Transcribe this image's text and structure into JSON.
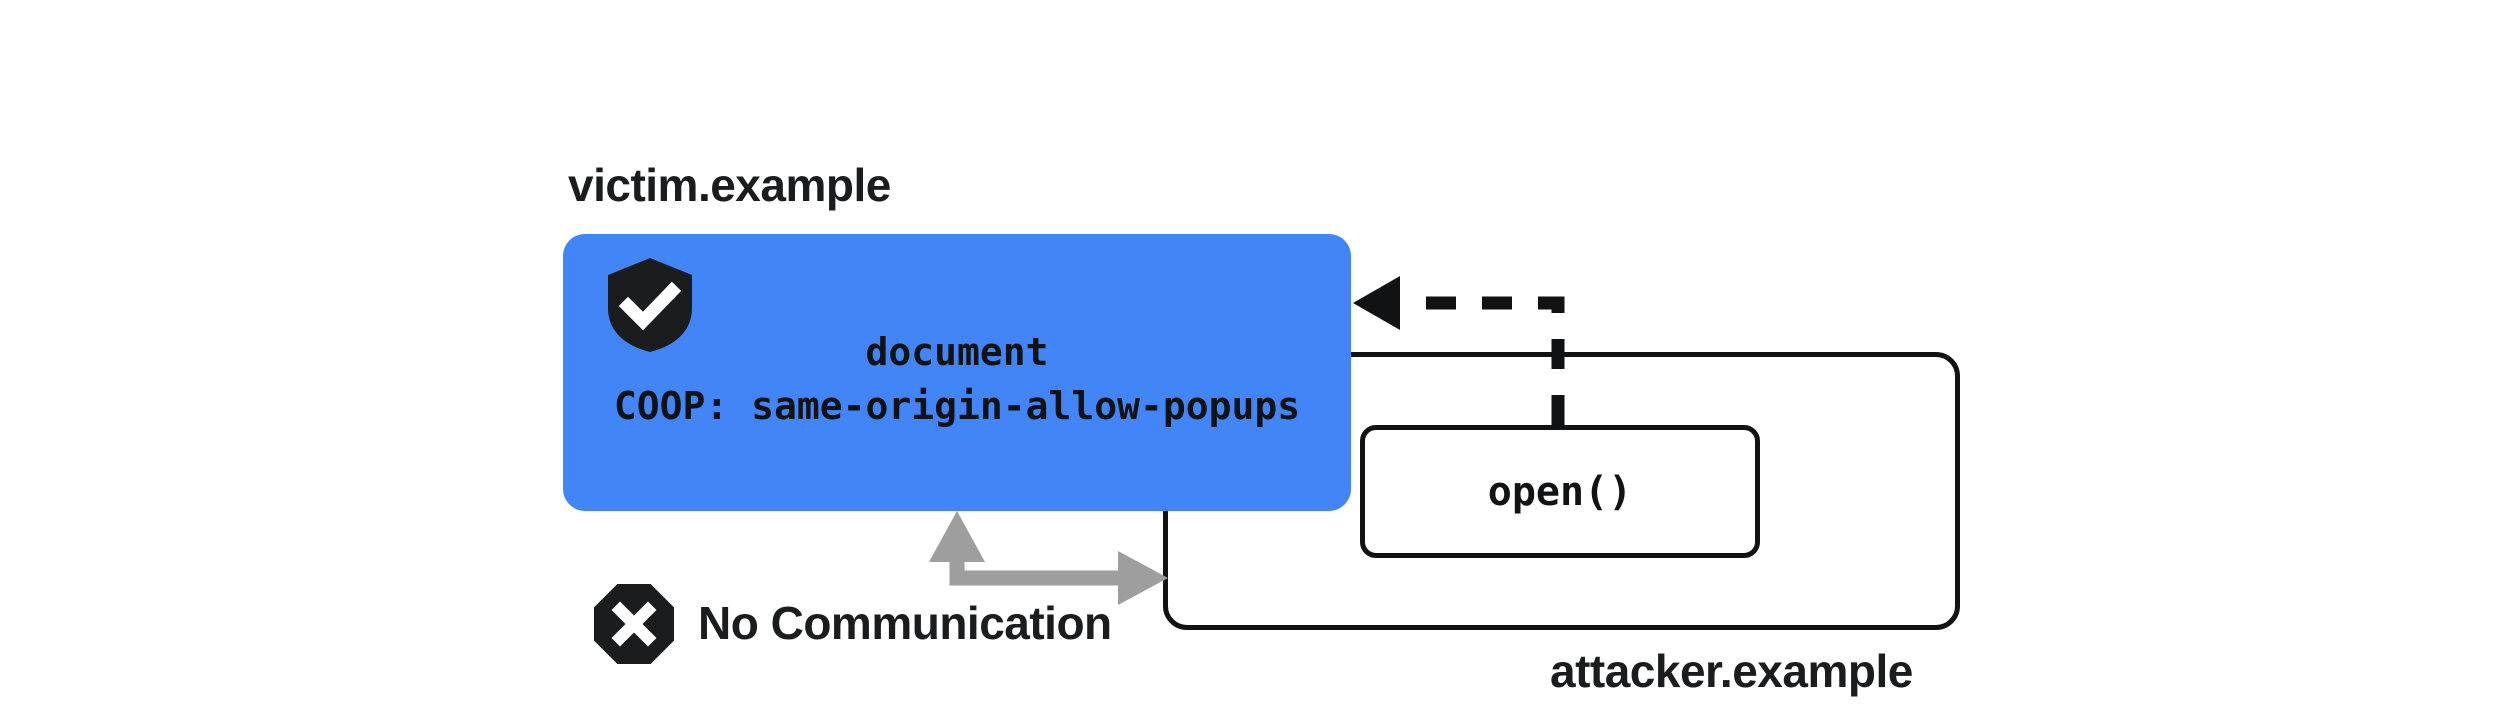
{
  "diagram": {
    "title_semantics": "COOP same-origin-allow-popups isolation diagram",
    "colors": {
      "victim_box_fill": "#4285f7",
      "stroke": "#111214",
      "no_communication_arrow": "#9e9e9e",
      "text_dark": "#1b1c1e",
      "background": "#ffffff"
    },
    "victim": {
      "origin_label": "victim.example",
      "document_label": "document",
      "coop_header": "COOP: same-origin-allow-popups",
      "shield_icon": "shield-check-icon"
    },
    "attacker": {
      "origin_label": "attacker.example",
      "popup_label": "open()"
    },
    "annotations": {
      "no_communication_label": "No Communication",
      "no_communication_icon": "octagon-x-icon",
      "opener_arrow_style": "dashed",
      "blocked_arrow_style": "solid-gray-bidirectional"
    }
  }
}
